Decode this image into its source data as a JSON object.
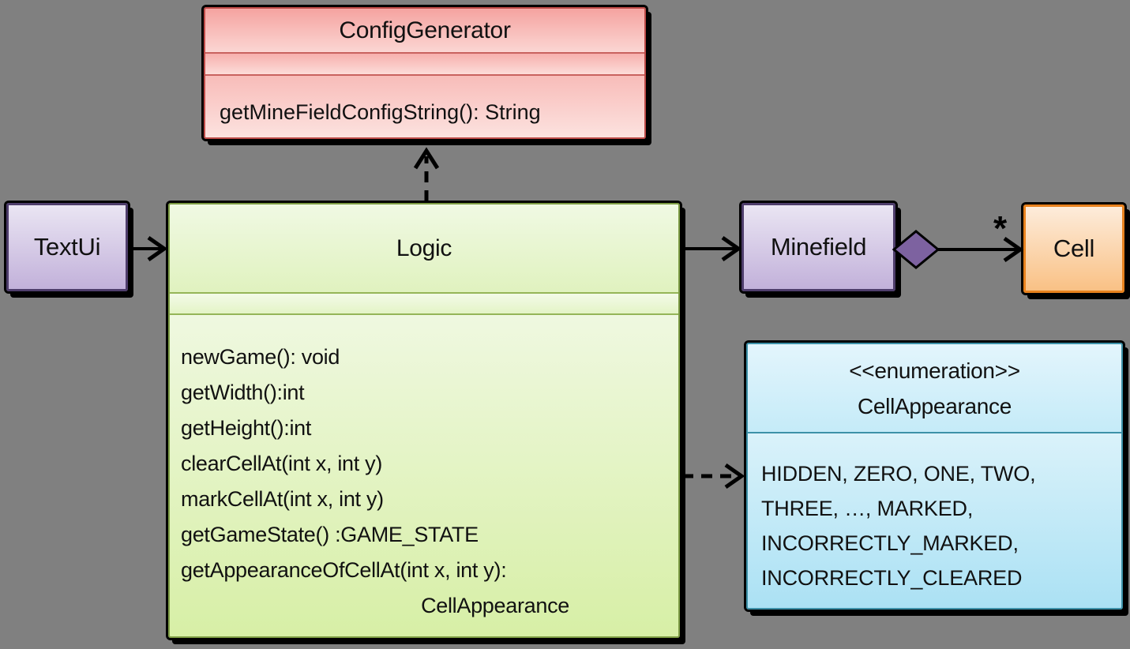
{
  "diagram": {
    "background_color": "#808080",
    "classes": {
      "config_generator": {
        "name": "ConfigGenerator",
        "methods": [
          "getMineFieldConfigString(): String"
        ],
        "fill_color": "#fbd6d3",
        "border_color": "#be4b48"
      },
      "text_ui": {
        "name": "TextUi",
        "fill_color": "#c2b1da",
        "border_color": "#4e3d6b"
      },
      "logic": {
        "name": "Logic",
        "methods": [
          "newGame(): void",
          "getWidth():int",
          "getHeight():int",
          "clearCellAt(int x, int y)",
          "markCellAt(int x, int y)",
          "getGameState() :GAME_STATE",
          "getAppearanceOfCellAt(int x, int y):",
          "CellAppearance"
        ],
        "fill_color": "#d7efa6",
        "border_color": "#7d9c44"
      },
      "minefield": {
        "name": "Minefield",
        "fill_color": "#c2b1da",
        "border_color": "#4e3d6b"
      },
      "cell": {
        "name": "Cell",
        "fill_color": "#f9c185",
        "border_color": "#e8821e"
      },
      "cell_appearance": {
        "stereotype": "<<enumeration>>",
        "name": "CellAppearance",
        "literals": [
          "HIDDEN, ZERO, ONE, TWO,",
          "THREE, …, MARKED,",
          "INCORRECTLY_MARKED,",
          "INCORRECTLY_CLEARED"
        ],
        "fill_color": "#abe1f4",
        "border_color": "#3d91a8"
      }
    },
    "relations": {
      "cell_multiplicity": "*",
      "diamond_color": "#7d62a0",
      "line_color": "#000000"
    }
  }
}
